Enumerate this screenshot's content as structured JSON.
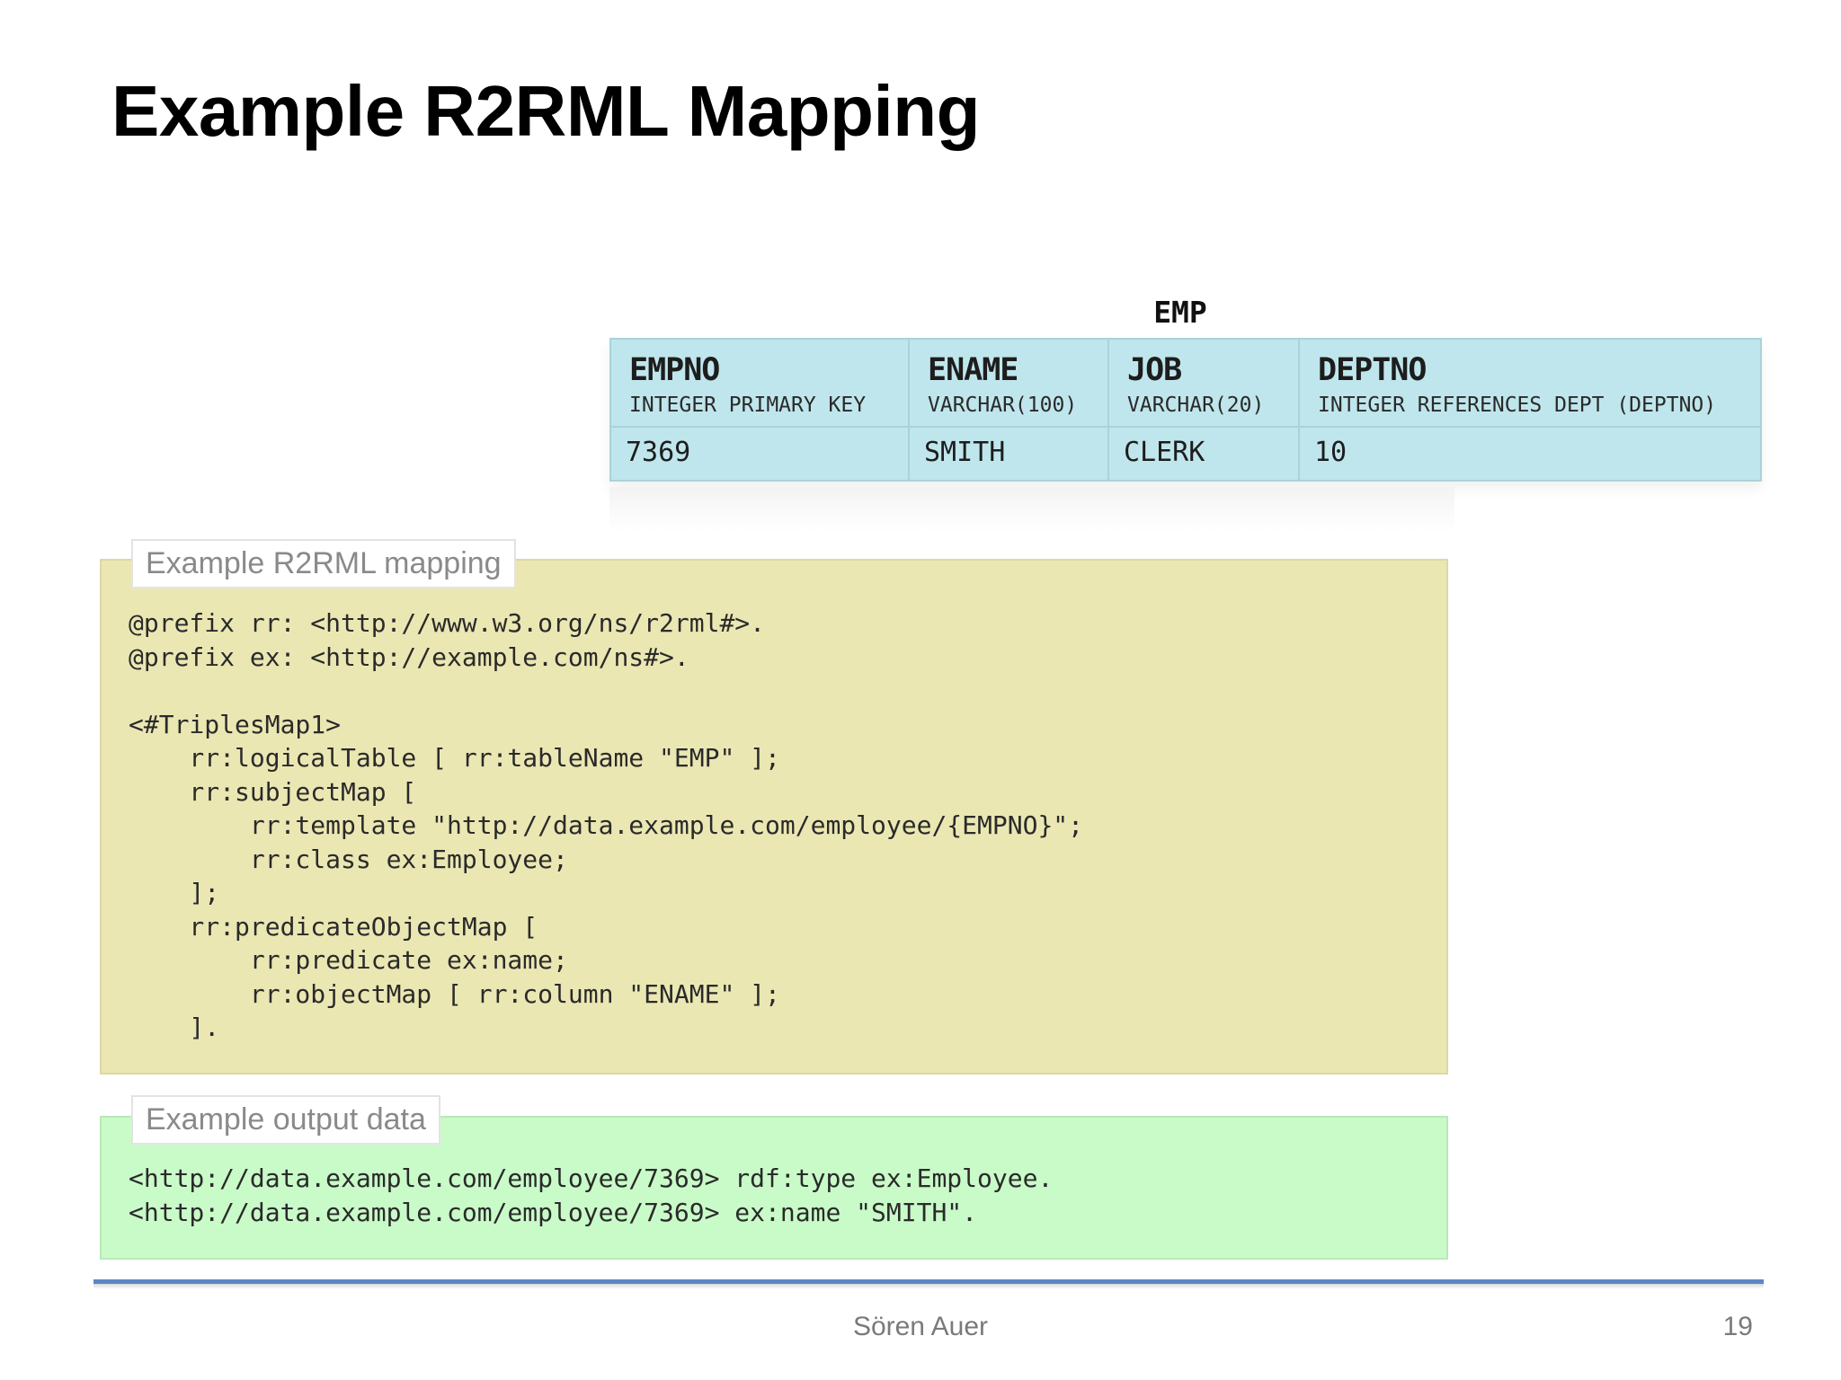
{
  "slide": {
    "title": "Example R2RML Mapping",
    "author": "Sören Auer",
    "page_number": "19"
  },
  "emp_table": {
    "caption": "EMP",
    "columns": [
      {
        "name": "EMPNO",
        "type": "INTEGER PRIMARY KEY"
      },
      {
        "name": "ENAME",
        "type": "VARCHAR(100)"
      },
      {
        "name": "JOB",
        "type": "VARCHAR(20)"
      },
      {
        "name": "DEPTNO",
        "type": "INTEGER REFERENCES DEPT (DEPTNO)"
      }
    ],
    "rows": [
      [
        "7369",
        "SMITH",
        "CLERK",
        "10"
      ]
    ]
  },
  "mapping_box": {
    "label": "Example R2RML mapping",
    "code": "@prefix rr: <http://www.w3.org/ns/r2rml#>.\n@prefix ex: <http://example.com/ns#>.\n\n<#TriplesMap1>\n    rr:logicalTable [ rr:tableName \"EMP\" ];\n    rr:subjectMap [\n        rr:template \"http://data.example.com/employee/{EMPNO}\";\n        rr:class ex:Employee;\n    ];\n    rr:predicateObjectMap [\n        rr:predicate ex:name;\n        rr:objectMap [ rr:column \"ENAME\" ];\n    ]."
  },
  "output_box": {
    "label": "Example output data",
    "code": "<http://data.example.com/employee/7369> rdf:type ex:Employee.\n<http://data.example.com/employee/7369> ex:name \"SMITH\"."
  },
  "colors": {
    "table_bg": "#bfe6ec",
    "mapping_bg": "#ebe7b3",
    "output_bg": "#c9fbc9",
    "footer_rule": "#5b86c6"
  }
}
